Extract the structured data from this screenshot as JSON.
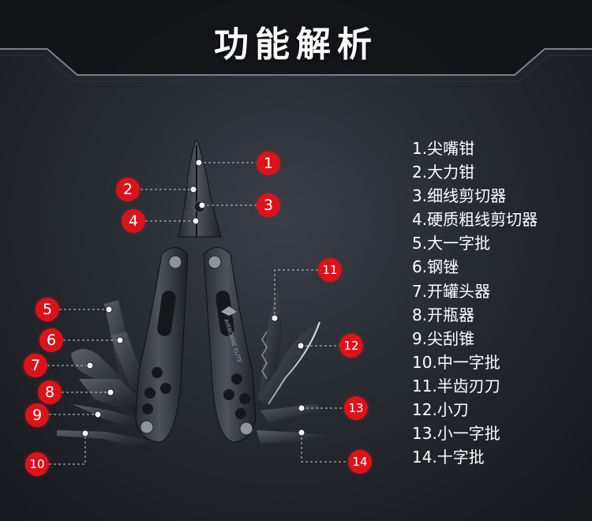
{
  "title": "功能解析",
  "brand_mark": "AIRBORNE ELITE",
  "colors": {
    "accent": "#d7151c",
    "text": "#ffffff",
    "background": "#262a31"
  },
  "callouts": [
    "1",
    "2",
    "3",
    "4",
    "5",
    "6",
    "7",
    "8",
    "9",
    "10",
    "11",
    "12",
    "13",
    "14"
  ],
  "features": [
    "1.尖嘴钳",
    "2.大力钳",
    "3.细线剪切器",
    "4.硬质粗线剪切器",
    "5.大一字批",
    "6.钢锉",
    "7.开罐头器",
    "8.开瓶器",
    "9.尖刮锥",
    "10.中一字批",
    "11.半齿刃刀",
    "12.小刀",
    "13.小一字批",
    "14.十字批"
  ]
}
